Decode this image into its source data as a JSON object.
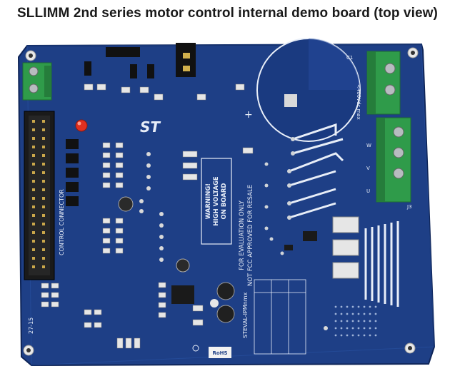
{
  "title": "SLLIMM 2nd series motor control internal demo board (top view)",
  "board": {
    "warning": [
      "WARNING!",
      "HIGH VOLTAGE",
      "ON BOARD"
    ],
    "evaluation": [
      "FOR EVALUATION ONLY",
      "NOT FCC APPROVED FOR RESALE"
    ],
    "connector_label": "CONTROL CONNECTOR",
    "board_id": "STEVAL-IPMnmx",
    "rohs": "RoHS",
    "corner_code": "27-15",
    "voltage_label": "<400Vdc max",
    "phase_labels": [
      "U",
      "V",
      "W"
    ],
    "ref_c1": "C1",
    "ref_j3": "J3",
    "plus": "+"
  },
  "colors": {
    "pcb": "#1e3f86",
    "pcb_dark": "#173370",
    "terminal": "#2f9b4a",
    "copper": "#c8ccd0",
    "silk": "#e8eef8"
  }
}
